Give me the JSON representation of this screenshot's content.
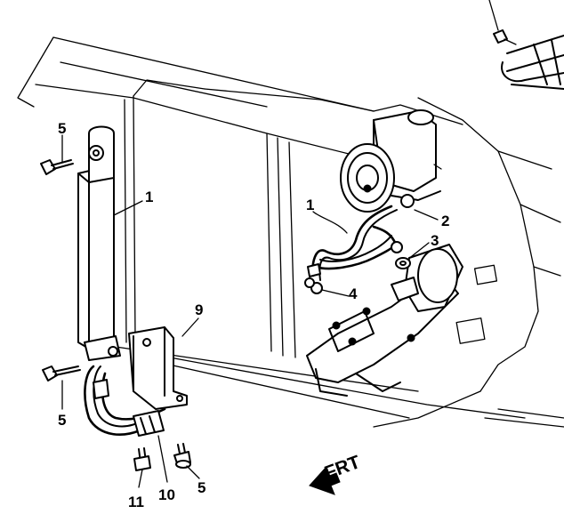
{
  "callouts": {
    "c1_cooler": "1",
    "c1_hose": "1",
    "c2": "2",
    "c3": "3",
    "c4": "4",
    "c5_top": "5",
    "c5_left": "5",
    "c5_bottom": "5",
    "c9": "9",
    "c10": "10",
    "c11": "11"
  },
  "direction": {
    "label": "FRT"
  }
}
